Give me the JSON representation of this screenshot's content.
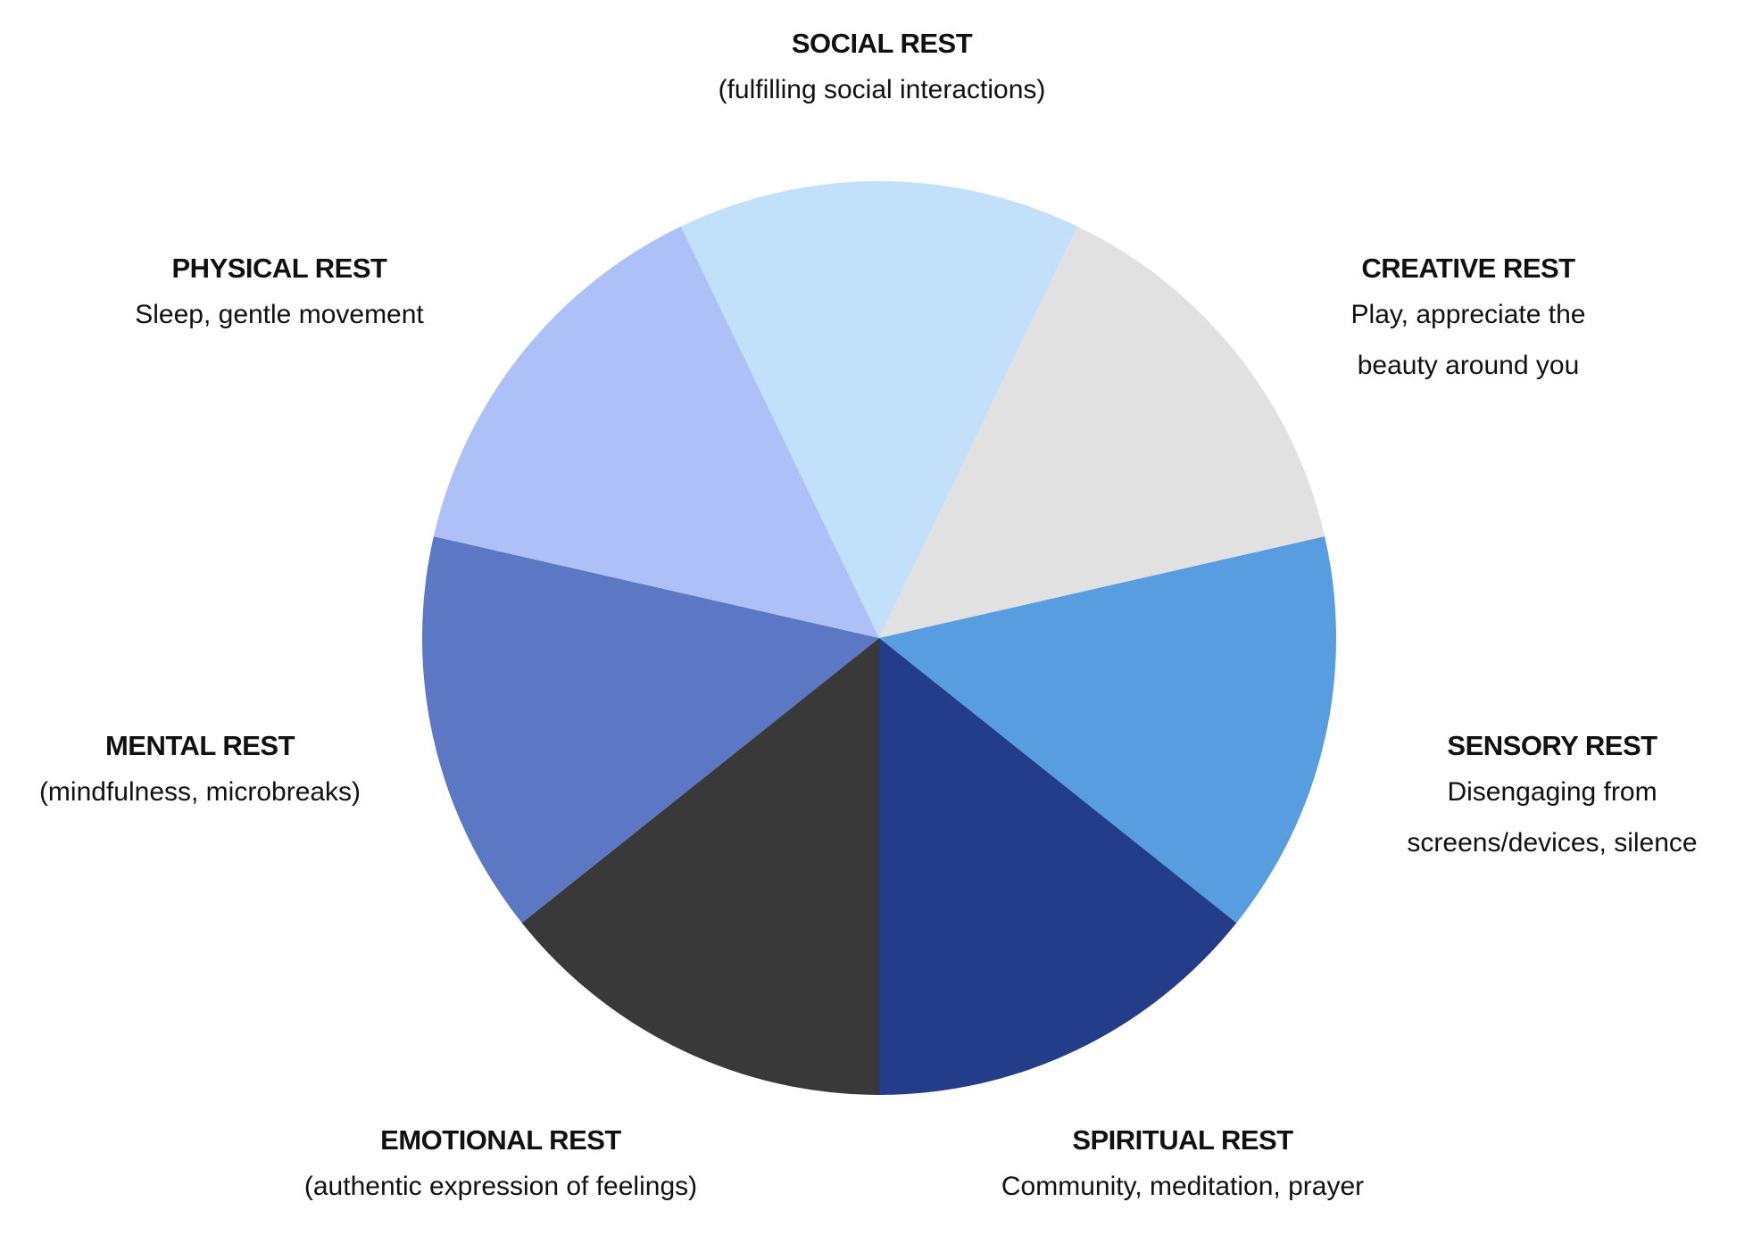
{
  "chart_data": {
    "type": "pie",
    "title": "",
    "slices": [
      {
        "name": "SOCIAL REST",
        "description": [
          "(fulfilling social interactions)"
        ],
        "value": 1,
        "color": "#c3e0fa"
      },
      {
        "name": "CREATIVE REST",
        "description": [
          "Play, appreciate the",
          "beauty around you"
        ],
        "value": 1,
        "color": "#e1e1e1"
      },
      {
        "name": "SENSORY REST",
        "description": [
          "Disengaging from",
          "screens/devices, silence"
        ],
        "value": 1,
        "color": "#579ddf"
      },
      {
        "name": "SPIRITUAL REST",
        "description": [
          "Community, meditation, prayer"
        ],
        "value": 1,
        "color": "#233d8a"
      },
      {
        "name": "EMOTIONAL REST",
        "description": [
          "(authentic expression of feelings)"
        ],
        "value": 1,
        "color": "#393939"
      },
      {
        "name": "MENTAL REST",
        "description": [
          "(mindfulness, microbreaks)"
        ],
        "value": 1,
        "color": "#5c77c3"
      },
      {
        "name": "PHYSICAL REST",
        "description": [
          "Sleep, gentle movement"
        ],
        "value": 1,
        "color": "#adc1f8"
      }
    ],
    "legend": "none"
  }
}
